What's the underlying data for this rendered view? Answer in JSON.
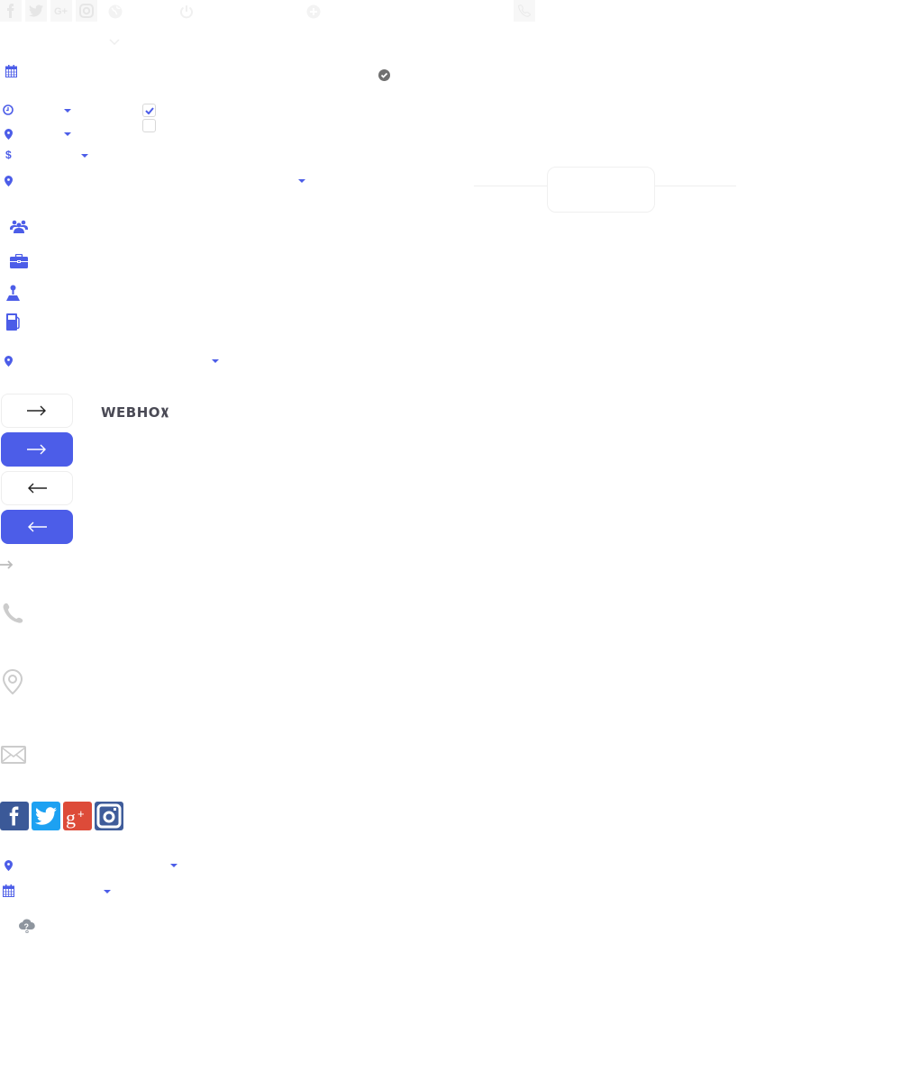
{
  "colors": {
    "accent": "#4c5de8",
    "gray_icon": "#cccccc",
    "faint_icon_bg": "#f7f7f7",
    "facebook": "#3b5998",
    "twitter": "#1da1f2",
    "googleplus": "#dd4b39",
    "instagram": "#3f5c9a"
  },
  "top_bar": {
    "social_icons": [
      "facebook-icon",
      "twitter-icon",
      "google-plus-icon",
      "instagram-icon"
    ],
    "icons": [
      "globe-icon",
      "power-icon",
      "plus-circle-icon",
      "phone-icon"
    ],
    "dropdown_icon": "chevron-down-icon"
  },
  "filters": {
    "calendar_icon": "calendar-icon",
    "verified_icon": "check-circle-icon",
    "rows": [
      {
        "icon": "clock-icon",
        "has_caret": true
      },
      {
        "icon": "map-marker-icon",
        "has_caret": true
      },
      {
        "icon": "dollar-icon",
        "has_caret": true
      },
      {
        "icon": "map-marker-icon",
        "has_caret": true
      }
    ],
    "checkboxes": [
      {
        "checked": true
      },
      {
        "checked": false
      }
    ]
  },
  "features": {
    "icons": [
      "users-icon",
      "briefcase-icon",
      "gear-shift-icon",
      "fuel-pump-icon"
    ],
    "location_select_icon": "map-marker-icon"
  },
  "nav_buttons": [
    {
      "icon": "arrow-right-icon",
      "style": "light"
    },
    {
      "icon": "arrow-right-icon",
      "style": "dark"
    },
    {
      "icon": "arrow-left-icon",
      "style": "light"
    },
    {
      "icon": "arrow-left-icon",
      "style": "dark"
    }
  ],
  "logo": {
    "text": "WEBHO"
  },
  "contact_icons": [
    "phone-icon",
    "location-pin-icon",
    "envelope-icon"
  ],
  "footer_social": [
    "facebook-icon",
    "twitter-icon",
    "google-plus-icon",
    "instagram-icon"
  ],
  "bottom_filters": [
    {
      "icon": "map-marker-icon"
    },
    {
      "icon": "calendar-icon"
    }
  ],
  "weather_icon": "cloud-question-icon"
}
